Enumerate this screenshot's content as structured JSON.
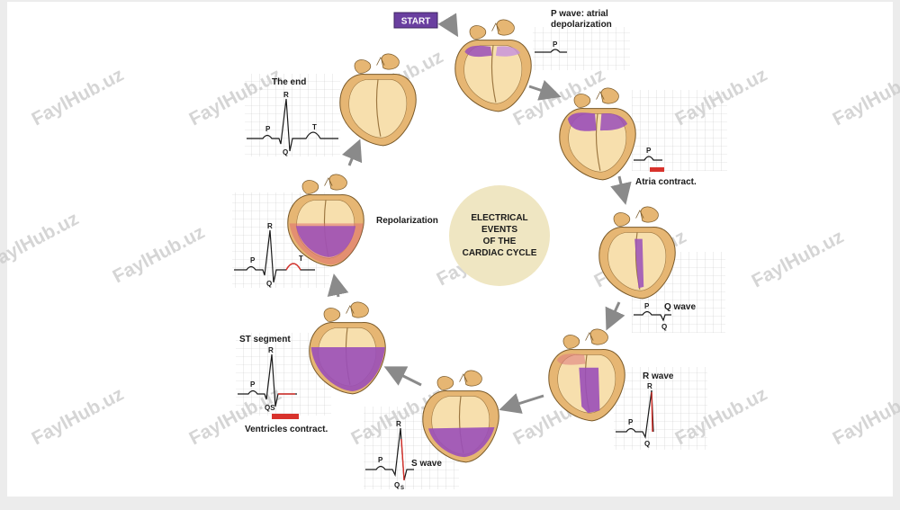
{
  "start_label": "START",
  "center": {
    "lines": [
      "ELECTRICAL",
      "EVENTS",
      "OF THE",
      "CARDIAC CYCLE"
    ]
  },
  "labels": {
    "p_wave_line1": "P wave: atrial",
    "p_wave_line2": "depolarization",
    "atria_contract": "Atria contract.",
    "q_wave": "Q wave",
    "r_wave": "R wave",
    "s_wave": "S wave",
    "ventricles_contract": "Ventricles contract.",
    "st_segment": "ST segment",
    "repolarization": "Repolarization",
    "the_end": "The end"
  },
  "ecg_letters": {
    "p": "P",
    "q": "Q",
    "r": "R",
    "t": "T",
    "qs": "QS",
    "q_sub_s": "Q",
    "s_sub": "S"
  },
  "watermark": "FaylHub.uz",
  "colors": {
    "purple": "#9a4fb8",
    "light_purple": "#c690dd",
    "heart_tan": "#e6b673",
    "heart_light": "#f7dfad",
    "red_bar": "#d8322c",
    "start_bg": "#6a3fa0",
    "center_fill": "#efe6c2",
    "arrow": "#8a8a8a"
  }
}
